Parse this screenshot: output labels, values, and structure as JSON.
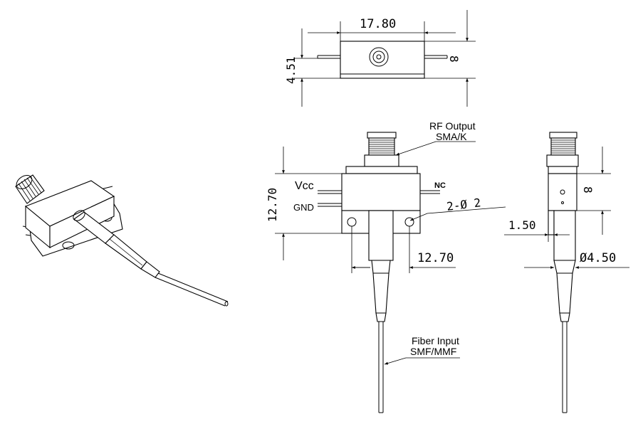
{
  "top_view": {
    "width_dim": "17.80",
    "pin_offset_dim": "4.51",
    "height_dim": "8"
  },
  "front_view": {
    "rf_output": "RF Output",
    "connector_type": "SMA/K",
    "vcc_label": "Vcc",
    "gnd_label": "GND",
    "nc_label": "NC",
    "hole_dim": "2-Ø 2",
    "height_dim": "12.70",
    "hole_spacing_dim": "12.70",
    "fiber_input": "Fiber Input",
    "fiber_type": "SMF/MMF"
  },
  "side_view": {
    "height_dim": "8",
    "flange_dim": "1.50",
    "boot_dim": "Ø4.50"
  },
  "colors": {
    "line": "#000000",
    "shade": "#d9d9d9",
    "background": "#ffffff"
  }
}
